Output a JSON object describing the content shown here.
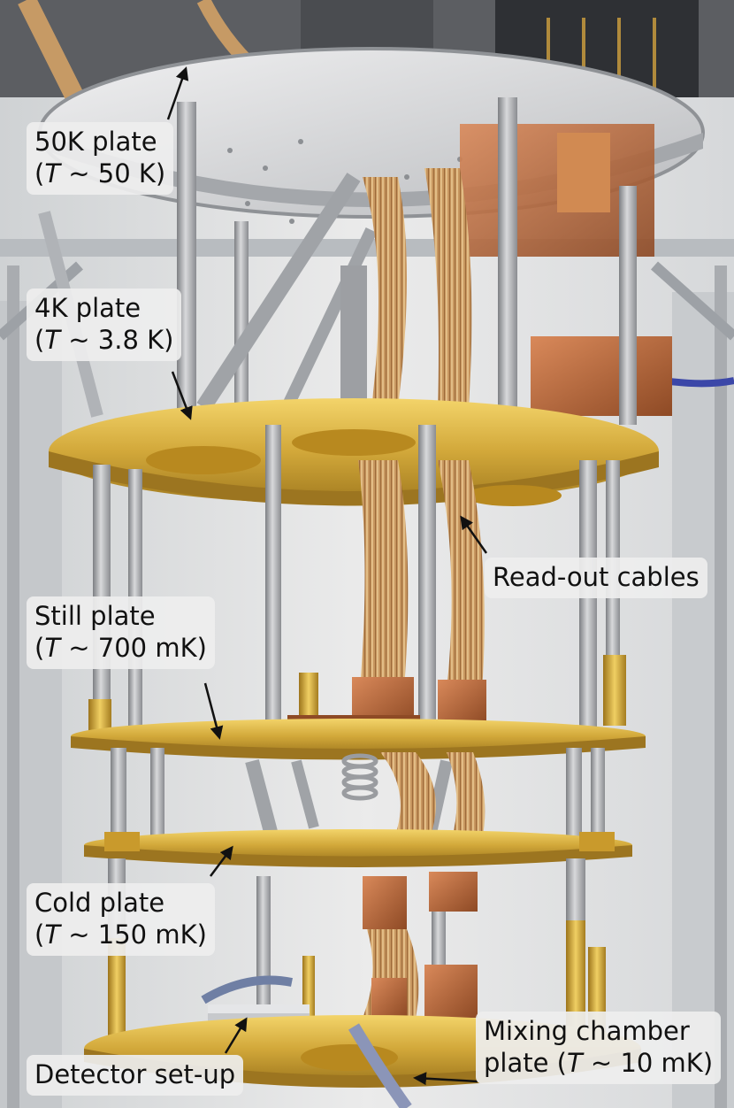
{
  "labels": {
    "fifty_k": {
      "line1": "50K plate",
      "line2_pre": "(",
      "line2_var": "T",
      "line2_post": " ~ 50 K)"
    },
    "four_k": {
      "line1": "4K plate",
      "line2_pre": "(",
      "line2_var": "T",
      "line2_post": " ~ 3.8 K)"
    },
    "readout": {
      "line1": "Read-out cables"
    },
    "still": {
      "line1": "Still plate",
      "line2_pre": "(",
      "line2_var": "T",
      "line2_post": " ~ 700 mK)"
    },
    "cold": {
      "line1": "Cold plate",
      "line2_pre": "(",
      "line2_var": "T",
      "line2_post": " ~ 150 mK)"
    },
    "mixing": {
      "line1": "Mixing chamber",
      "line2_pre": "plate (",
      "line2_var": "T",
      "line2_post": " ~ 10 mK)"
    },
    "detector": {
      "line1": "Detector set-up"
    }
  },
  "colors": {
    "gold": "#c9a23a",
    "copper": "#b8693a",
    "steel": "#a8a8ac",
    "cable": "#c89a6a",
    "background": "#e4e4e4"
  }
}
